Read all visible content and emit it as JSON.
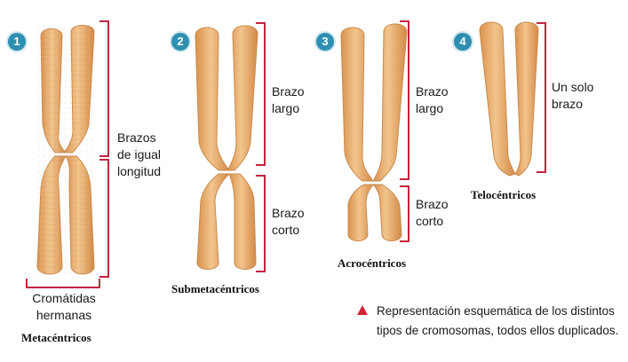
{
  "chromosomes": [
    {
      "number": "1",
      "type_name": "Metacéntricos",
      "arm_label_lines": [
        "Brazos",
        "de igual",
        "longitud"
      ],
      "bottom_label_lines": [
        "Cromátidas",
        "hermanas"
      ]
    },
    {
      "number": "2",
      "type_name": "Submetacéntricos",
      "long_arm_lines": [
        "Brazo",
        "largo"
      ],
      "short_arm_lines": [
        "Brazo",
        "corto"
      ]
    },
    {
      "number": "3",
      "type_name": "Acrocéntricos",
      "long_arm_lines": [
        "Brazo",
        "largo"
      ],
      "short_arm_lines": [
        "Brazo",
        "corto"
      ]
    },
    {
      "number": "4",
      "type_name": "Telocéntricos",
      "arm_label_lines": [
        "Un solo",
        "brazo"
      ]
    }
  ],
  "caption_lines": [
    "Representación esquemática de los distintos",
    "tipos de cromosomas, todos ellos duplicados."
  ],
  "colors": {
    "chromatid_fill": "#e7ab6c",
    "chromatid_edge": "#c98a4c",
    "bracket": "#c4243e",
    "badge": "#2f8fb0",
    "caption_marker": "#d2233c"
  }
}
